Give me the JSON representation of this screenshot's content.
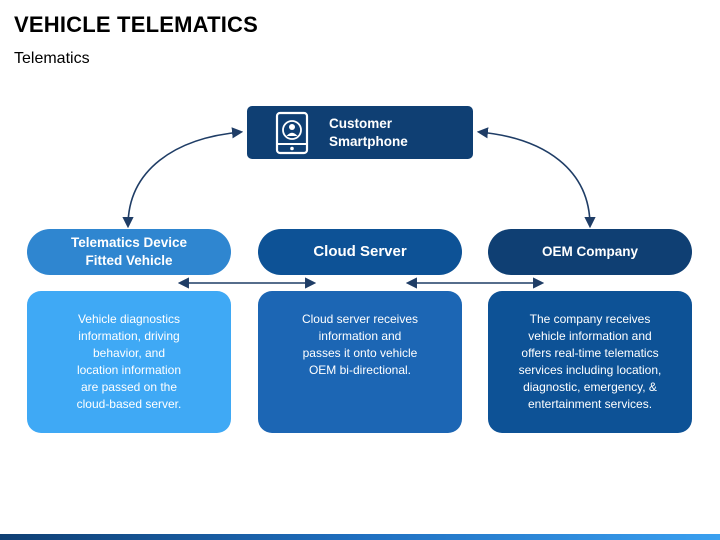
{
  "title": "VEHICLE TELEMATICS",
  "subtitle": "Telematics",
  "colors": {
    "navy": "#0f3f73",
    "dark_blue": "#0d5296",
    "mid_blue": "#1c66b4",
    "light_blue": "#3fa9f5",
    "light_blue_pill": "#2f86d0",
    "connector": "#1f3d66"
  },
  "phone": {
    "icon": "smartphone-user-icon",
    "label_line1": "Customer",
    "label_line2": "Smartphone"
  },
  "columns": [
    {
      "header_line1": "Telematics Device",
      "header_line2": "Fitted Vehicle",
      "body": [
        "Vehicle diagnostics",
        "information, driving",
        "behavior, and",
        "location information",
        "are passed on the",
        "cloud-based server."
      ]
    },
    {
      "header_line1": "Cloud Server",
      "header_line2": "",
      "body": [
        "Cloud server receives",
        "information and",
        "passes it onto vehicle",
        "OEM bi-directional."
      ]
    },
    {
      "header_line1": "OEM Company",
      "header_line2": "",
      "body": [
        "The company receives",
        "vehicle information and",
        "offers real-time telematics",
        "services including location,",
        "diagnostic, emergency, &",
        "entertainment services."
      ]
    }
  ]
}
